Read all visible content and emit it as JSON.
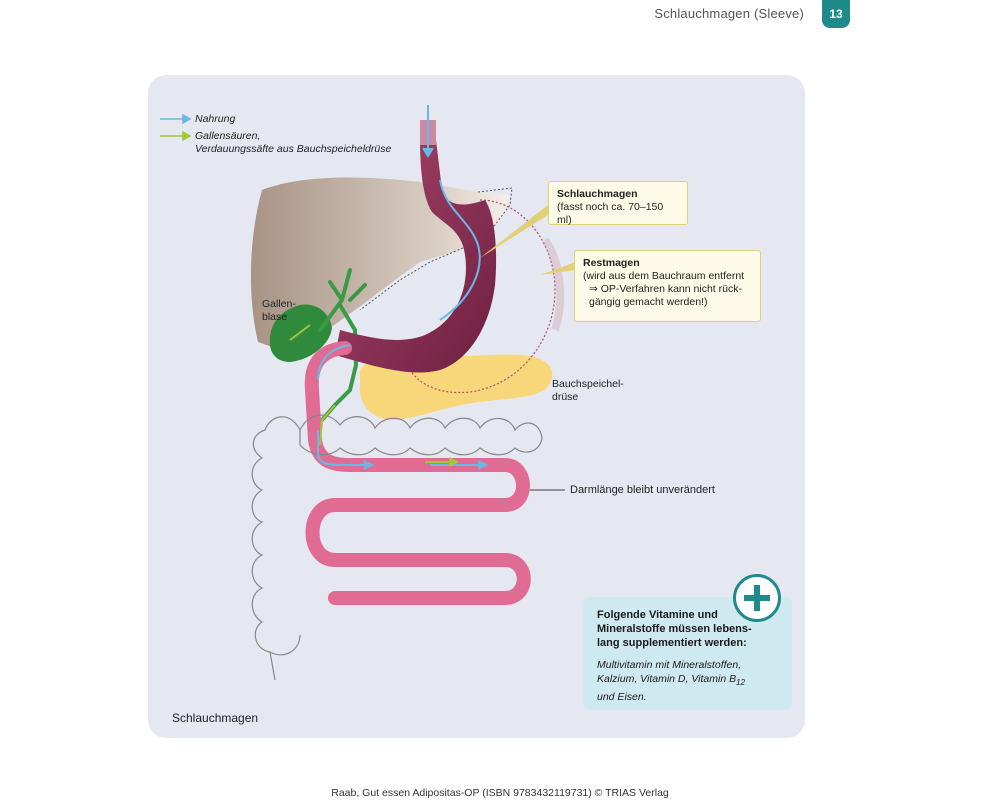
{
  "header": {
    "title": "Schlauchmagen (Sleeve)",
    "page_number": "13"
  },
  "legend": {
    "food": {
      "label": "Nahrung",
      "color": "#6ab8e6"
    },
    "bile": {
      "label_line1": "Gallensäuren,",
      "label_line2": "Verdauungssäfte aus Bauchspeicheldrüse",
      "color": "#a5c63a"
    }
  },
  "labels": {
    "gallbladder_line1": "Gallen-",
    "gallbladder_line2": "blase",
    "pancreas_line1": "Bauchspeichel-",
    "pancreas_line2": "drüse",
    "intestine": "Darmlänge bleibt unverändert"
  },
  "callouts": {
    "sleeve": {
      "title": "Schlauchmagen",
      "text": "(fasst noch ca. 70–150 ml)"
    },
    "remnant": {
      "title": "Restmagen",
      "line1": "(wird aus dem Bauchraum entfernt",
      "line2": "⇒ OP-Verfahren kann nicht rück-",
      "line3": "gängig gemacht werden!)"
    }
  },
  "info": {
    "heading_line1": "Folgende Vitamine und",
    "heading_line2": "Mineralstoffe müssen lebens-",
    "heading_line3": "lang supplementiert werden:",
    "body_line1": "Multivitamin mit Mineralstoffen,",
    "body_line2_pre": "Kalzium, Vitamin D, Vitamin B",
    "body_line2_sub": "12",
    "body_line3": "und Eisen.",
    "badge_icon": "plus-icon"
  },
  "caption": "Schlauchmagen",
  "footer": "Raab, Gut essen Adipositas-OP (ISBN 9783432119731) © TRIAS Verlag",
  "colors": {
    "accent": "#1f8a8a",
    "panel": "#e6e8f1",
    "liver": "#b9a99c",
    "stomach": "#8b2f55",
    "intestine": "#e06c94",
    "gallbladder": "#2f8a3c",
    "pancreas": "#f7d77a"
  }
}
